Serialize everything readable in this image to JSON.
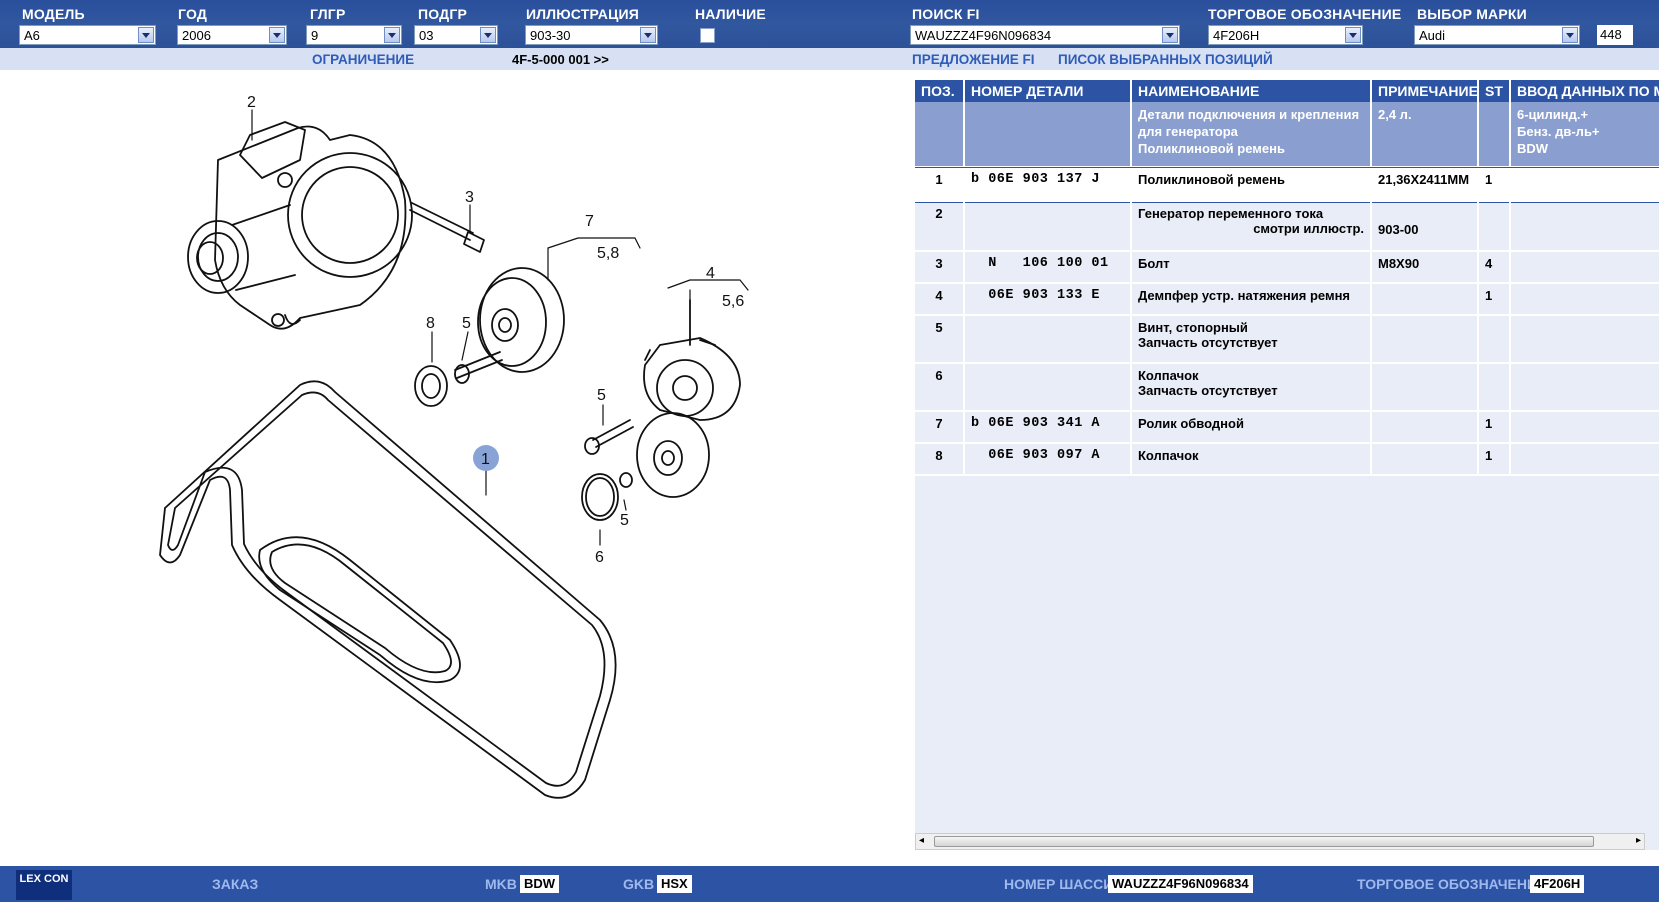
{
  "header": {
    "fields": [
      {
        "label": "МОДЕЛЬ",
        "value": "A6"
      },
      {
        "label": "ГОД",
        "value": "2006"
      },
      {
        "label": "ГЛГР",
        "value": "9"
      },
      {
        "label": "ПОДГР",
        "value": "03"
      },
      {
        "label": "ИЛЛЮСТРАЦИЯ",
        "value": "903-30"
      },
      {
        "label": "НАЛИЧИЕ",
        "value": ""
      },
      {
        "label": "ПОИСК FI",
        "value": "WAUZZZ4F96N096834"
      },
      {
        "label": "ТОРГОВОЕ ОБОЗНАЧЕНИЕ",
        "value": "4F206H"
      },
      {
        "label": "ВЫБОР МАРКИ",
        "value": "Audi"
      }
    ],
    "count": "448"
  },
  "subbar": {
    "restriction_label": "ОГРАНИЧЕНИЕ",
    "restriction_value": "4F-5-000 001 >>",
    "offer_link": "ПРЕДЛОЖЕНИЕ FI",
    "selected_list_link": "ПИСОК ВЫБРАННЫХ ПОЗИЦИЙ"
  },
  "illustration": {
    "callouts": [
      "1",
      "2",
      "3",
      "4",
      "5,6",
      "5",
      "5",
      "5",
      "6",
      "7",
      "5,8",
      "8"
    ]
  },
  "table": {
    "columns": [
      "ПОЗ.",
      "НОМЕР ДЕТАЛИ",
      "НАИМЕНОВАНИЕ",
      "ПРИМЕЧАНИЕ",
      "ST",
      "ВВОД ДАННЫХ ПО М"
    ],
    "header_row": {
      "name": [
        "Детали подключения и крепления",
        "для генератора",
        "Поликлиновой ремень"
      ],
      "note": "2,4 л.",
      "data": [
        "6-цилинд.+",
        "Бенз. дв-ль+",
        "BDW"
      ]
    },
    "rows": [
      {
        "pos": "1",
        "part": "b 06E 903 137 J",
        "name": "Поликлиновой ремень",
        "name2": "",
        "note": "21,36X2411MM",
        "st": "1"
      },
      {
        "pos": "2",
        "part": "",
        "name": "Генератор переменного тока",
        "name2": "смотри иллюстр.",
        "note": "903-00",
        "st": ""
      },
      {
        "pos": "3",
        "part": "  N   106 100 01",
        "name": "Болт",
        "name2": "",
        "note": "M8X90",
        "st": "4"
      },
      {
        "pos": "4",
        "part": "  06E 903 133 E",
        "name": "Демпфер устр. натяжения ремня",
        "name2": "",
        "note": "",
        "st": "1"
      },
      {
        "pos": "5",
        "part": "",
        "name": "Винт, стопорный",
        "name2": "Запчасть отсутствует",
        "note": "",
        "st": ""
      },
      {
        "pos": "6",
        "part": "",
        "name": "Колпачок",
        "name2": "Запчасть отсутствует",
        "note": "",
        "st": ""
      },
      {
        "pos": "7",
        "part": "b 06E 903 341 A",
        "name": "Ролик обводной",
        "name2": "",
        "note": "",
        "st": "1"
      },
      {
        "pos": "8",
        "part": "  06E 903 097 A",
        "name": "Колпачок",
        "name2": "",
        "note": "",
        "st": "1"
      }
    ]
  },
  "footer": {
    "logo": "LEX CON",
    "order": "ЗАКАЗ",
    "mkb_label": "MKB",
    "mkb_value": "BDW",
    "gkb_label": "GKB",
    "gkb_value": "HSX",
    "chassis_label": "НОМЕР ШАССИ",
    "chassis_value": "WAUZZZ4F96N096834",
    "trade_label": "ТОРГОВОЕ ОБОЗНАЧЕНИЕ",
    "trade_value": "4F206H"
  }
}
